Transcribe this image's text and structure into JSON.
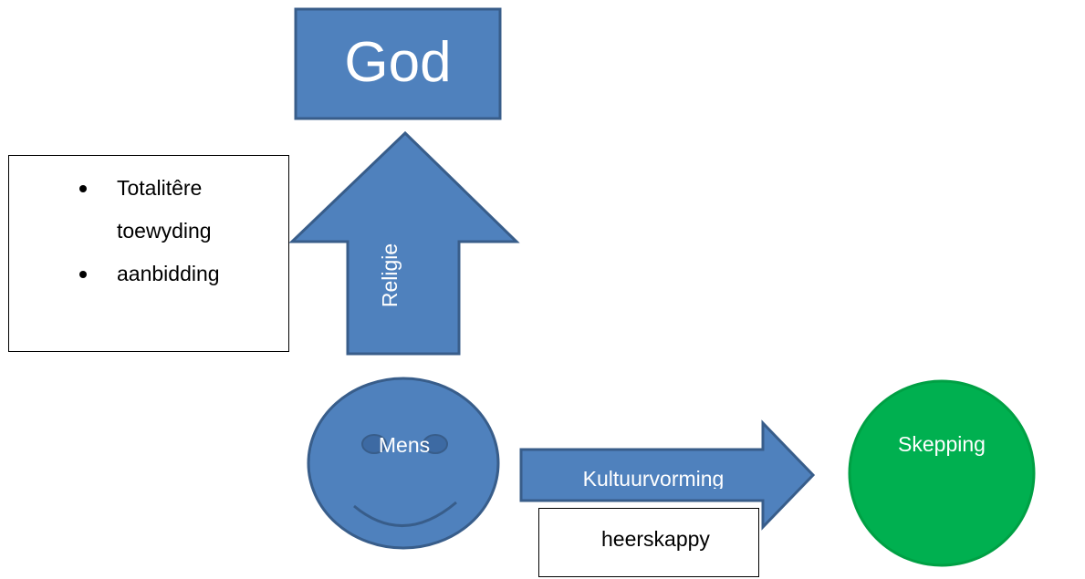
{
  "nodes": {
    "god": "God",
    "religion": "Religie",
    "human": "Mens",
    "culture": "Kultuurvorming",
    "creation": "Skepping"
  },
  "notes": {
    "items": [
      "Totalitêre toewyding",
      "aanbidding"
    ]
  },
  "dominion": "heerskappy",
  "colors": {
    "blue_fill": "#4f81bd",
    "blue_stroke": "#385d8a",
    "green_fill": "#00b050",
    "green_stroke": "#00a044"
  }
}
